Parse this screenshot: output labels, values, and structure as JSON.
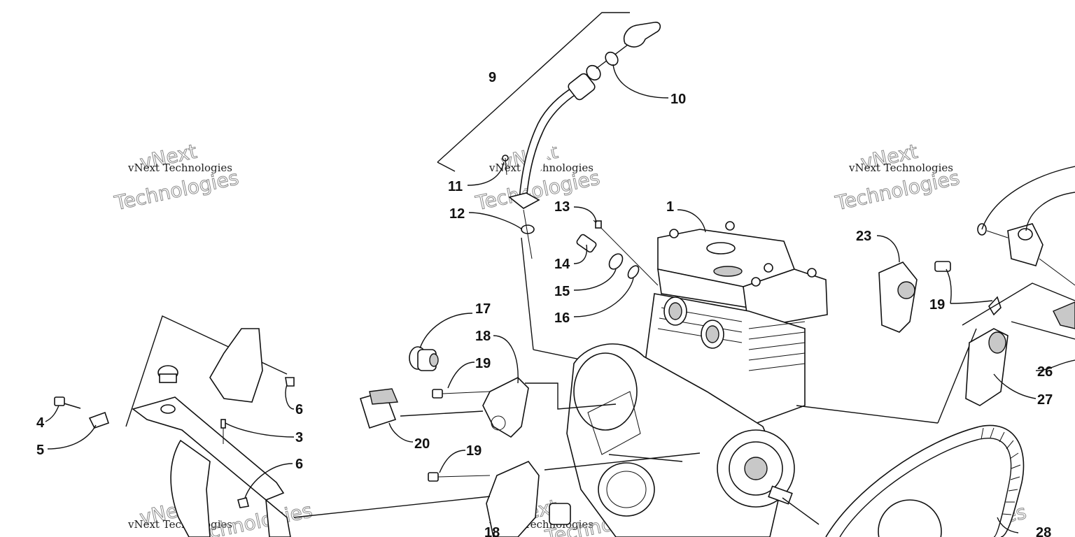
{
  "watermark": {
    "line1": "vNext Technologies",
    "outline_word1": "vNext",
    "outline_word2": "Technologies"
  },
  "callouts": {
    "c1": "1",
    "c3": "3",
    "c4": "4",
    "c5": "5",
    "c6a": "6",
    "c6b": "6",
    "c9": "9",
    "c10": "10",
    "c11": "11",
    "c12": "12",
    "c13": "13",
    "c14": "14",
    "c15": "15",
    "c16": "16",
    "c17": "17",
    "c18a": "18",
    "c18b": "18",
    "c19a": "19",
    "c19b": "19",
    "c19c": "19",
    "c20": "20",
    "c23": "23",
    "c26": "26",
    "c27": "27",
    "c28": "28"
  }
}
